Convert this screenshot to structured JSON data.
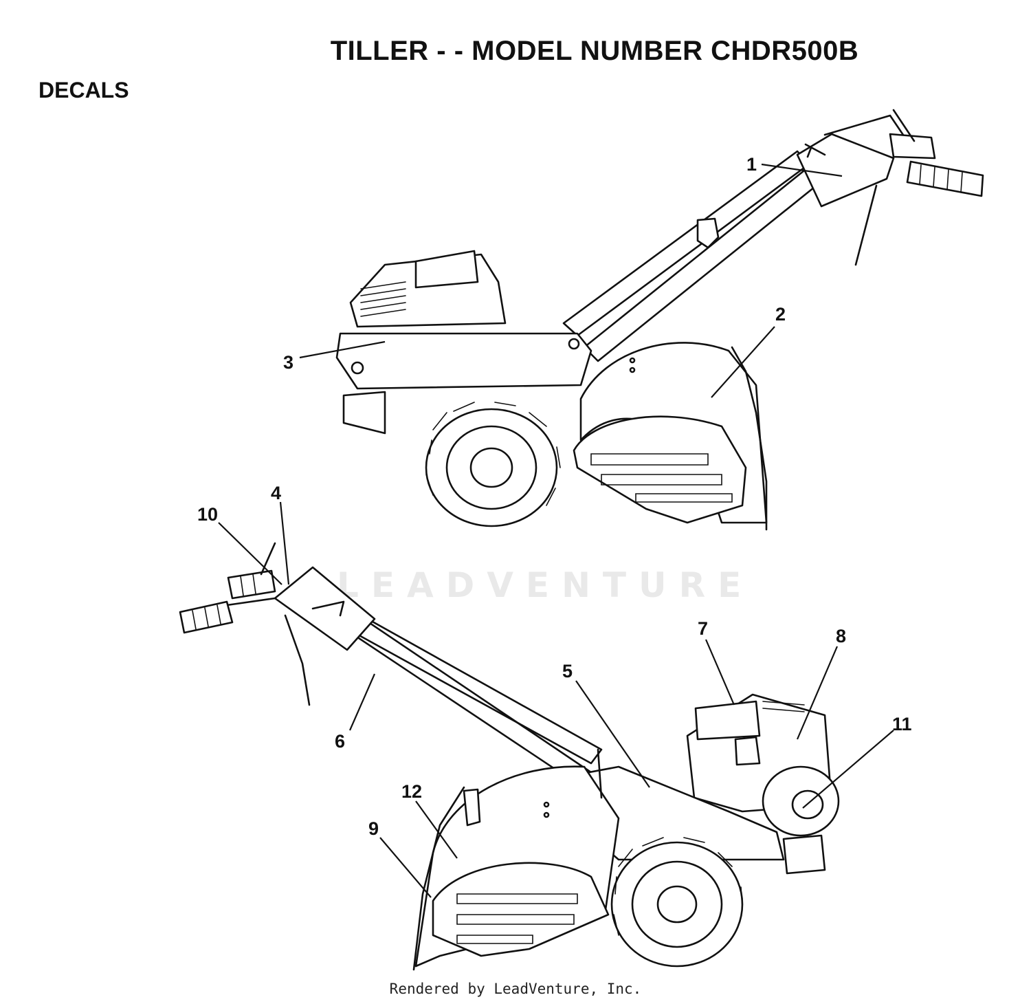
{
  "page_title": "TILLER - - MODEL NUMBER CHDR500B",
  "section_label": "DECALS",
  "watermark_text": "LEADVENTURE",
  "footer_text": "Rendered by LeadVenture, Inc.",
  "callouts": [
    {
      "id": "1",
      "label": "1"
    },
    {
      "id": "2",
      "label": "2"
    },
    {
      "id": "3",
      "label": "3"
    },
    {
      "id": "4",
      "label": "4"
    },
    {
      "id": "5",
      "label": "5"
    },
    {
      "id": "6",
      "label": "6"
    },
    {
      "id": "7",
      "label": "7"
    },
    {
      "id": "8",
      "label": "8"
    },
    {
      "id": "9",
      "label": "9"
    },
    {
      "id": "10",
      "label": "10"
    },
    {
      "id": "11",
      "label": "11"
    },
    {
      "id": "12",
      "label": "12"
    }
  ]
}
